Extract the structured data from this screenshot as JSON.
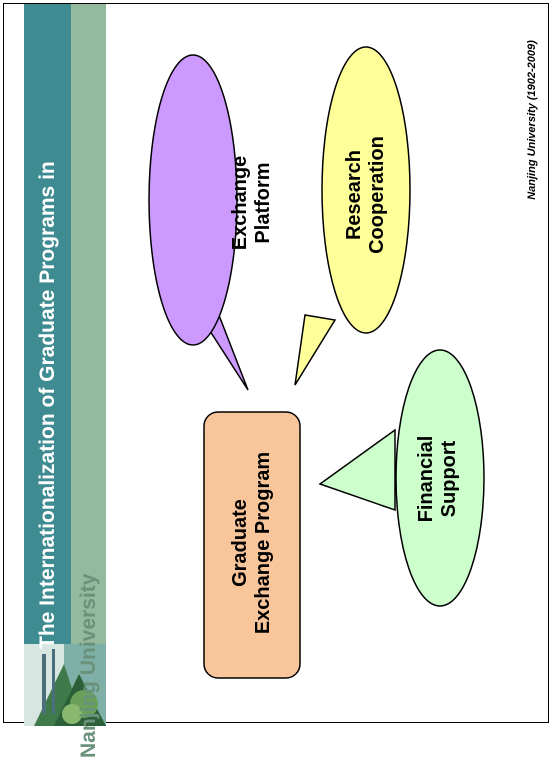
{
  "slide": {
    "title": "The Internationalization of Graduate Programs in",
    "subtitle": "Nanjing University",
    "footer": "Nanjing University (1902-2009)"
  },
  "diagram": {
    "center": {
      "line1": "Graduate",
      "line2": "Exchange Program",
      "fill": "#f9c59a"
    },
    "bubbles": [
      {
        "id": "exchange-platform",
        "line1": "Exchange",
        "line2": "Platform",
        "fill": "#cc99ff"
      },
      {
        "id": "research-cooperation",
        "line1": "Research",
        "line2": "Cooperation",
        "fill": "#ffff99"
      },
      {
        "id": "financial-support",
        "line1": "Financial",
        "line2": "Support",
        "fill": "#ccffcc"
      }
    ]
  },
  "colors": {
    "header_teal": "#3e8b91",
    "header_green": "#95b99c"
  }
}
